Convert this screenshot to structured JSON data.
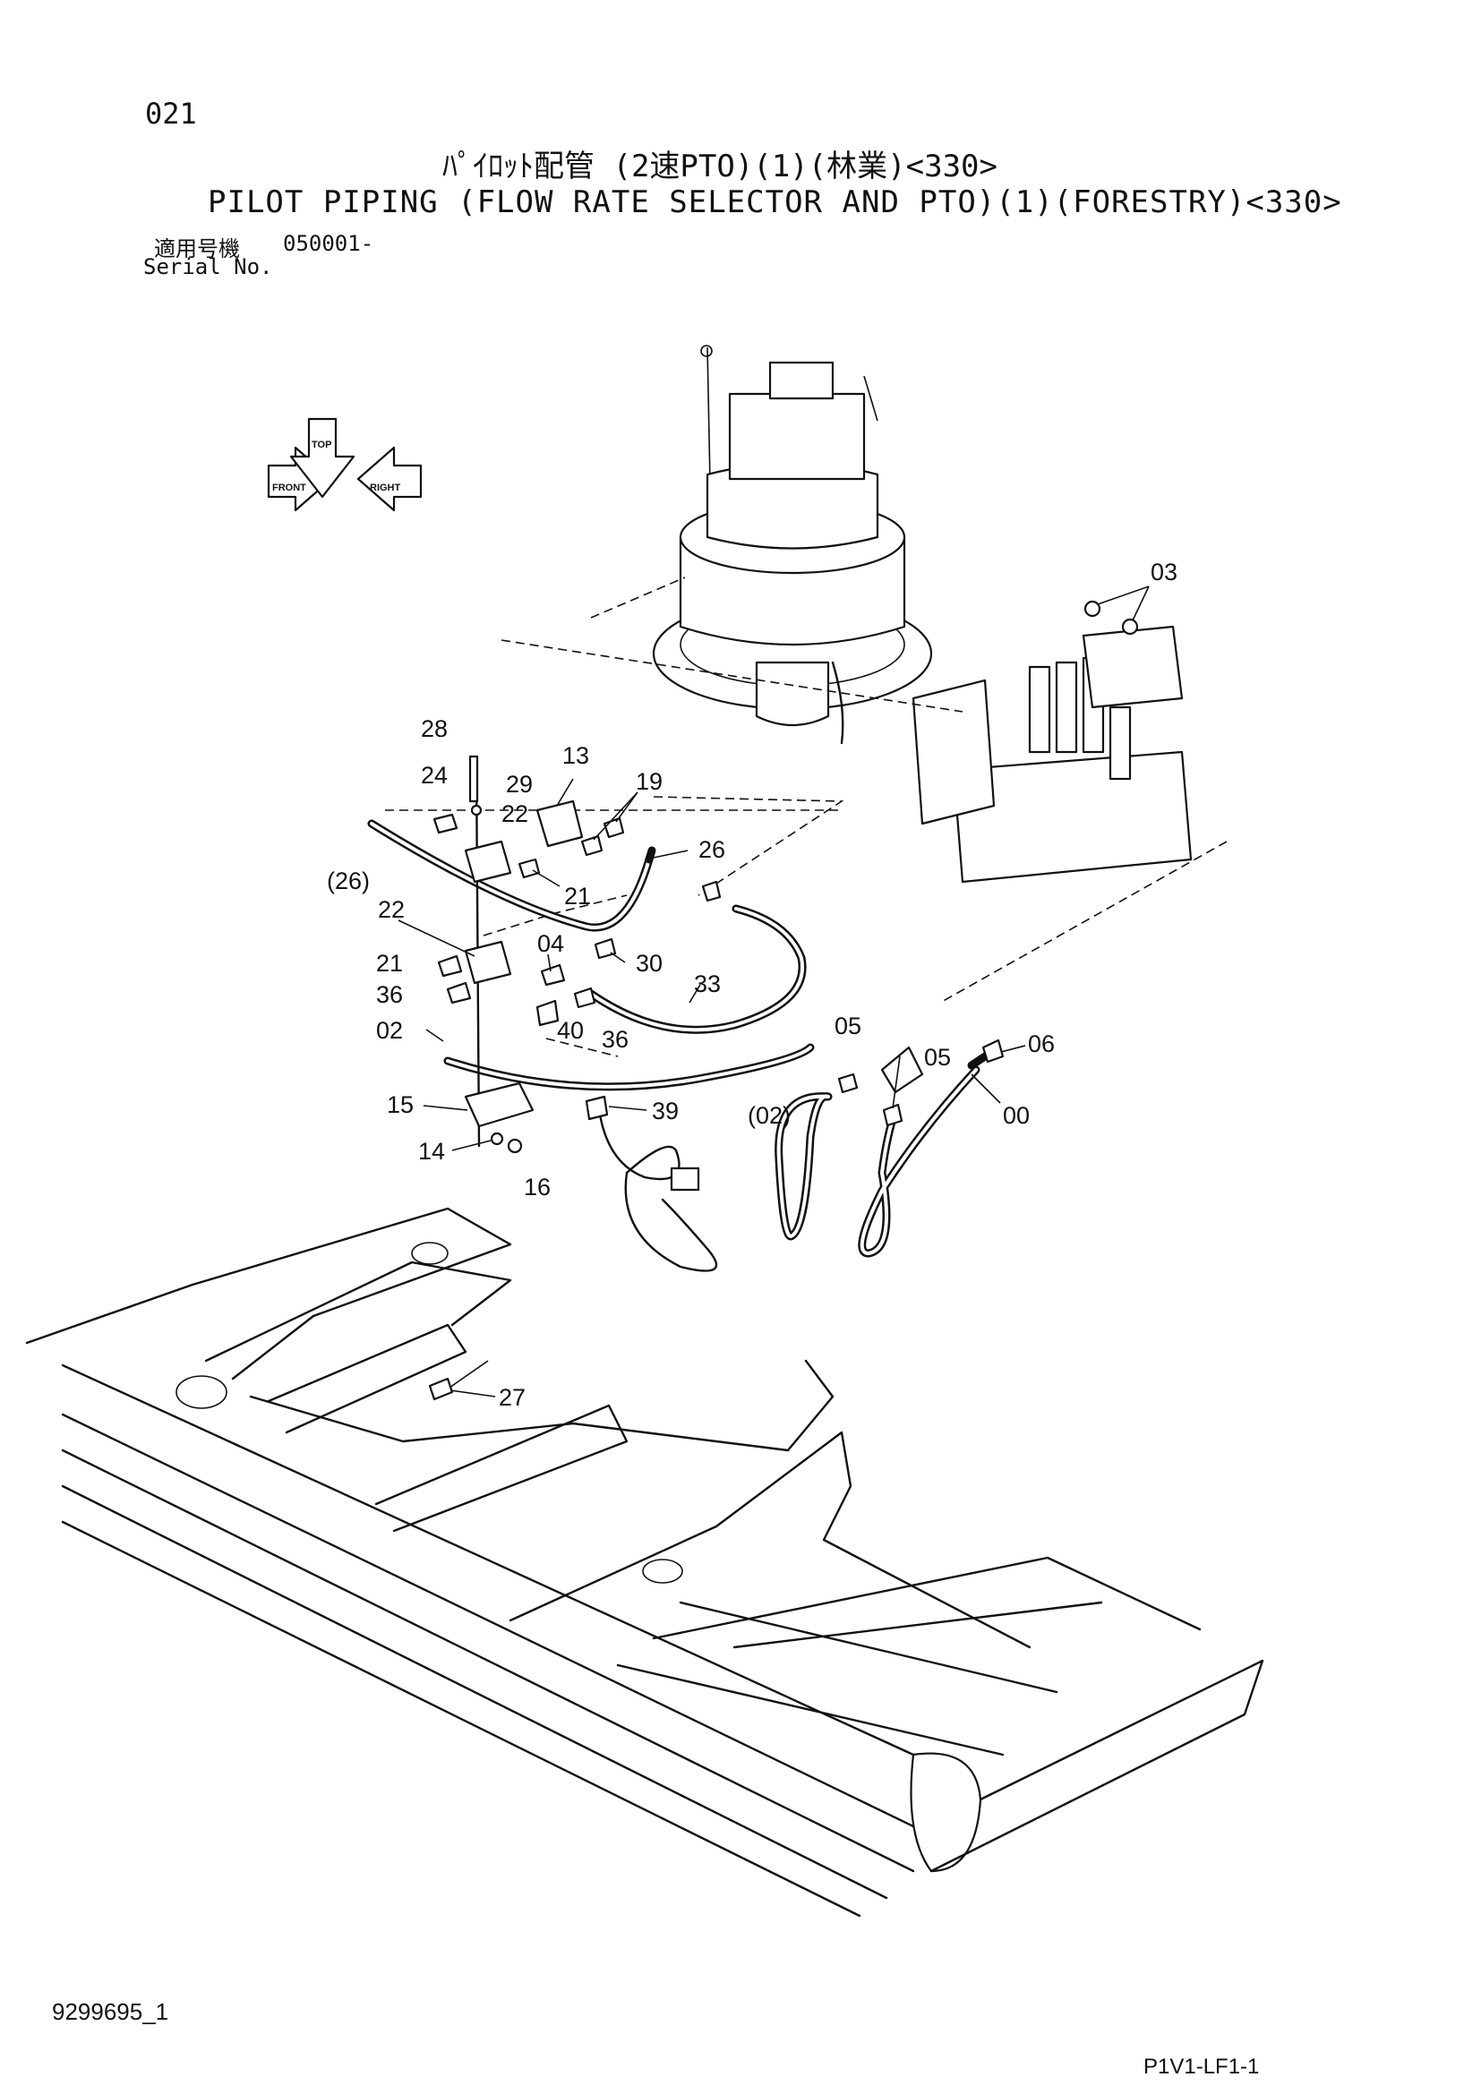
{
  "header": {
    "page_number": "021",
    "title_jp": "ﾊﾟｲﾛｯﾄ配管 (2速PTO)(1)(林業)<330>",
    "title_en": "PILOT PIPING (FLOW RATE SELECTOR AND PTO)(1)(FORESTRY)<330>",
    "serial_label_jp": "適用号機",
    "serial_value": "050001-",
    "serial_label_en": "Serial No."
  },
  "orientation_arrows": {
    "front": "FRONT",
    "right": "RIGHT",
    "top": "TOP"
  },
  "callouts": [
    {
      "id": "c03",
      "label": "03"
    },
    {
      "id": "c28",
      "label": "28"
    },
    {
      "id": "c13",
      "label": "13"
    },
    {
      "id": "c24",
      "label": "24"
    },
    {
      "id": "c29",
      "label": "29"
    },
    {
      "id": "c19",
      "label": "19"
    },
    {
      "id": "c22a",
      "label": "22"
    },
    {
      "id": "c26",
      "label": "26"
    },
    {
      "id": "c26p",
      "label": "(26)"
    },
    {
      "id": "c21a",
      "label": "21"
    },
    {
      "id": "c22b",
      "label": "22"
    },
    {
      "id": "c04",
      "label": "04"
    },
    {
      "id": "c30",
      "label": "30"
    },
    {
      "id": "c21b",
      "label": "21"
    },
    {
      "id": "c33",
      "label": "33"
    },
    {
      "id": "c36a",
      "label": "36"
    },
    {
      "id": "c40",
      "label": "40"
    },
    {
      "id": "c36b",
      "label": "36"
    },
    {
      "id": "c02",
      "label": "02"
    },
    {
      "id": "c05a",
      "label": "05"
    },
    {
      "id": "c06",
      "label": "06"
    },
    {
      "id": "c05b",
      "label": "05"
    },
    {
      "id": "c02p",
      "label": "(02)"
    },
    {
      "id": "c00",
      "label": "00"
    },
    {
      "id": "c15",
      "label": "15"
    },
    {
      "id": "c39",
      "label": "39"
    },
    {
      "id": "c14",
      "label": "14"
    },
    {
      "id": "c16",
      "label": "16"
    },
    {
      "id": "c27",
      "label": "27"
    }
  ],
  "footer": {
    "drawing_number": "9299695_1",
    "page_code": "P1V1-LF1-1"
  }
}
